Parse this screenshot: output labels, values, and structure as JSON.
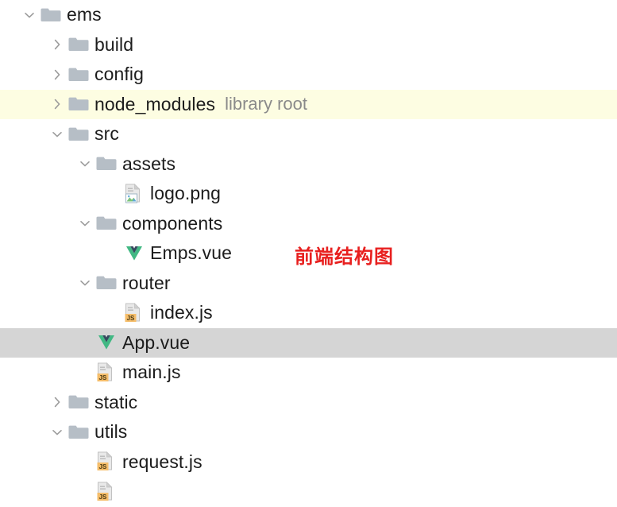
{
  "tree": {
    "rows": [
      {
        "label": "ems",
        "indent": 0,
        "twisty": "chevron-down-icon",
        "icon": "folder-icon",
        "hint": "",
        "highlight": "none"
      },
      {
        "label": "build",
        "indent": 1,
        "twisty": "chevron-right-icon",
        "icon": "folder-icon",
        "hint": "",
        "highlight": "none"
      },
      {
        "label": "config",
        "indent": 1,
        "twisty": "chevron-right-icon",
        "icon": "folder-icon",
        "hint": "",
        "highlight": "none"
      },
      {
        "label": "node_modules",
        "indent": 1,
        "twisty": "chevron-right-icon",
        "icon": "folder-icon",
        "hint": "library root",
        "highlight": "yellow"
      },
      {
        "label": "src",
        "indent": 1,
        "twisty": "chevron-down-icon",
        "icon": "folder-icon",
        "hint": "",
        "highlight": "none"
      },
      {
        "label": "assets",
        "indent": 2,
        "twisty": "chevron-down-icon",
        "icon": "folder-icon",
        "hint": "",
        "highlight": "none"
      },
      {
        "label": "logo.png",
        "indent": 3,
        "twisty": "none",
        "icon": "image-file-icon",
        "hint": "",
        "highlight": "none"
      },
      {
        "label": "components",
        "indent": 2,
        "twisty": "chevron-down-icon",
        "icon": "folder-icon",
        "hint": "",
        "highlight": "none"
      },
      {
        "label": "Emps.vue",
        "indent": 3,
        "twisty": "none",
        "icon": "vue-file-icon",
        "hint": "",
        "highlight": "none"
      },
      {
        "label": "router",
        "indent": 2,
        "twisty": "chevron-down-icon",
        "icon": "folder-icon",
        "hint": "",
        "highlight": "none"
      },
      {
        "label": "index.js",
        "indent": 3,
        "twisty": "none",
        "icon": "js-file-icon",
        "hint": "",
        "highlight": "none"
      },
      {
        "label": "App.vue",
        "indent": 2,
        "twisty": "none",
        "icon": "vue-file-icon",
        "hint": "",
        "highlight": "gray"
      },
      {
        "label": "main.js",
        "indent": 2,
        "twisty": "none",
        "icon": "js-file-icon",
        "hint": "",
        "highlight": "none"
      },
      {
        "label": "static",
        "indent": 1,
        "twisty": "chevron-right-icon",
        "icon": "folder-icon",
        "hint": "",
        "highlight": "none"
      },
      {
        "label": "utils",
        "indent": 1,
        "twisty": "chevron-down-icon",
        "icon": "folder-icon",
        "hint": "",
        "highlight": "none"
      },
      {
        "label": "request.js",
        "indent": 2,
        "twisty": "none",
        "icon": "js-file-icon",
        "hint": "",
        "highlight": "none"
      },
      {
        "label": "",
        "indent": 2,
        "twisty": "none",
        "icon": "js-file-icon",
        "hint": "",
        "highlight": "none"
      }
    ]
  },
  "annotation": {
    "text": "前端结构图",
    "color": "#e8201f"
  },
  "colors": {
    "folder": "#b6bec6",
    "highlight_yellow": "#fdfde2",
    "highlight_gray": "#d5d5d5",
    "hint_text": "#8a8a8a",
    "label_text": "#1c1c1c",
    "vue_green": "#41b883",
    "vue_dark": "#35495e",
    "js_badge": "#f5bd6a"
  }
}
